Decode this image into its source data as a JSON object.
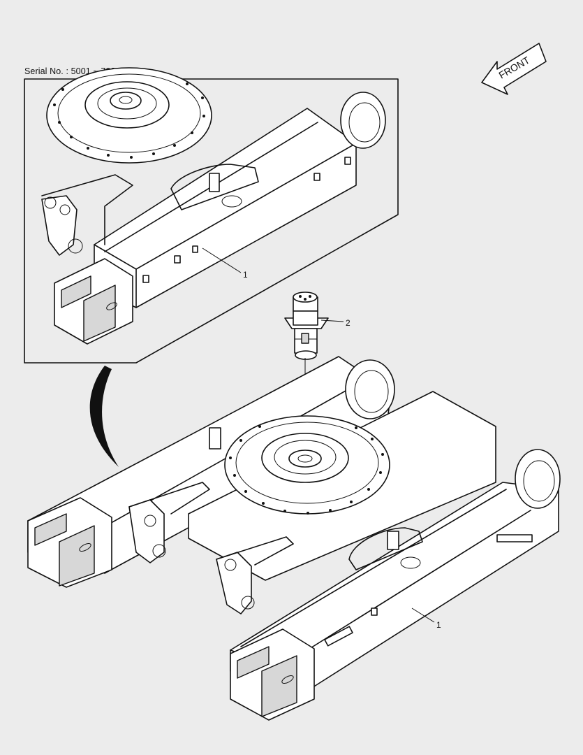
{
  "header": {
    "serial_label": "Serial No. : 5001 ~ 7228"
  },
  "orientation": {
    "direction_label": "FRONT"
  },
  "callouts": {
    "frame_detail_number": "1",
    "frame_main_number": "1",
    "swivel_joint_number": "2"
  },
  "colors": {
    "background": "#ececec",
    "line": "#111111",
    "shade": "#d7d7d7"
  }
}
